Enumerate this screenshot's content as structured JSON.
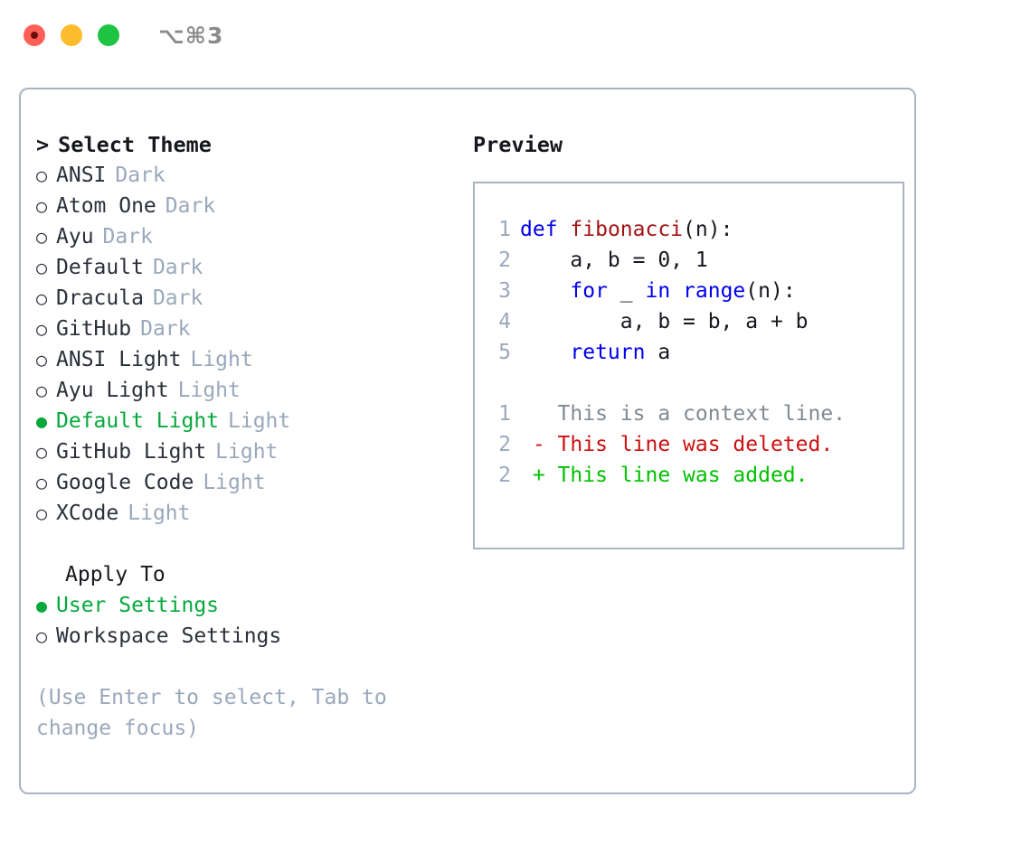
{
  "window": {
    "shortcut_label": "⌥⌘3",
    "traffic_lights": [
      "close",
      "minimize",
      "maximize"
    ],
    "border_color": "#a8b3c4"
  },
  "colors": {
    "selected_green": "#06a83c",
    "muted_tag": "#9aa8bb",
    "text": "#2a2f3a",
    "keyword_blue": "#0000ee",
    "function_red": "#a31515",
    "diff_deleted": "#cc1111",
    "diff_added": "#00c000",
    "line_number": "#9aa8bb"
  },
  "theme_picker": {
    "caret": ">",
    "heading": "Select Theme",
    "bullet_unselected": "○",
    "bullet_selected": "●",
    "items": [
      {
        "name": "ANSI",
        "tag": "Dark",
        "selected": false
      },
      {
        "name": "Atom One",
        "tag": "Dark",
        "selected": false
      },
      {
        "name": "Ayu",
        "tag": "Dark",
        "selected": false
      },
      {
        "name": "Default",
        "tag": "Dark",
        "selected": false
      },
      {
        "name": "Dracula",
        "tag": "Dark",
        "selected": false
      },
      {
        "name": "GitHub",
        "tag": "Dark",
        "selected": false
      },
      {
        "name": "ANSI Light",
        "tag": "Light",
        "selected": false
      },
      {
        "name": "Ayu Light",
        "tag": "Light",
        "selected": false
      },
      {
        "name": "Default Light",
        "tag": "Light",
        "selected": true
      },
      {
        "name": "GitHub Light",
        "tag": "Light",
        "selected": false
      },
      {
        "name": "Google Code",
        "tag": "Light",
        "selected": false
      },
      {
        "name": "XCode",
        "tag": "Light",
        "selected": false
      }
    ]
  },
  "apply_to": {
    "label": "Apply To",
    "items": [
      {
        "name": "User Settings",
        "selected": true
      },
      {
        "name": "Workspace Settings",
        "selected": false
      }
    ]
  },
  "hint": "(Use Enter to select, Tab to change focus)",
  "preview": {
    "title": "Preview",
    "code_lines": [
      {
        "num": "1",
        "tokens": [
          {
            "t": "def",
            "c": "kw"
          },
          {
            "t": " ",
            "c": "plain"
          },
          {
            "t": "fibonacci",
            "c": "fn"
          },
          {
            "t": "(n):",
            "c": "plain"
          }
        ]
      },
      {
        "num": "2",
        "tokens": [
          {
            "t": "    a, b = 0, 1",
            "c": "plain"
          }
        ]
      },
      {
        "num": "3",
        "tokens": [
          {
            "t": "    ",
            "c": "plain"
          },
          {
            "t": "for",
            "c": "kw"
          },
          {
            "t": " _ ",
            "c": "plain"
          },
          {
            "t": "in",
            "c": "kw"
          },
          {
            "t": " ",
            "c": "plain"
          },
          {
            "t": "range",
            "c": "kw"
          },
          {
            "t": "(n):",
            "c": "plain"
          }
        ]
      },
      {
        "num": "4",
        "tokens": [
          {
            "t": "        a, b = b, a + b",
            "c": "plain"
          }
        ]
      },
      {
        "num": "5",
        "tokens": [
          {
            "t": "    ",
            "c": "plain"
          },
          {
            "t": "return",
            "c": "kw"
          },
          {
            "t": " a",
            "c": "plain"
          }
        ]
      }
    ],
    "diff_lines": [
      {
        "num": "1",
        "marker": " ",
        "text": "This is a context line.",
        "kind": "ctx"
      },
      {
        "num": "2",
        "marker": "-",
        "text": "This line was deleted.",
        "kind": "del"
      },
      {
        "num": "2",
        "marker": "+",
        "text": "This line was added.",
        "kind": "add"
      }
    ]
  }
}
